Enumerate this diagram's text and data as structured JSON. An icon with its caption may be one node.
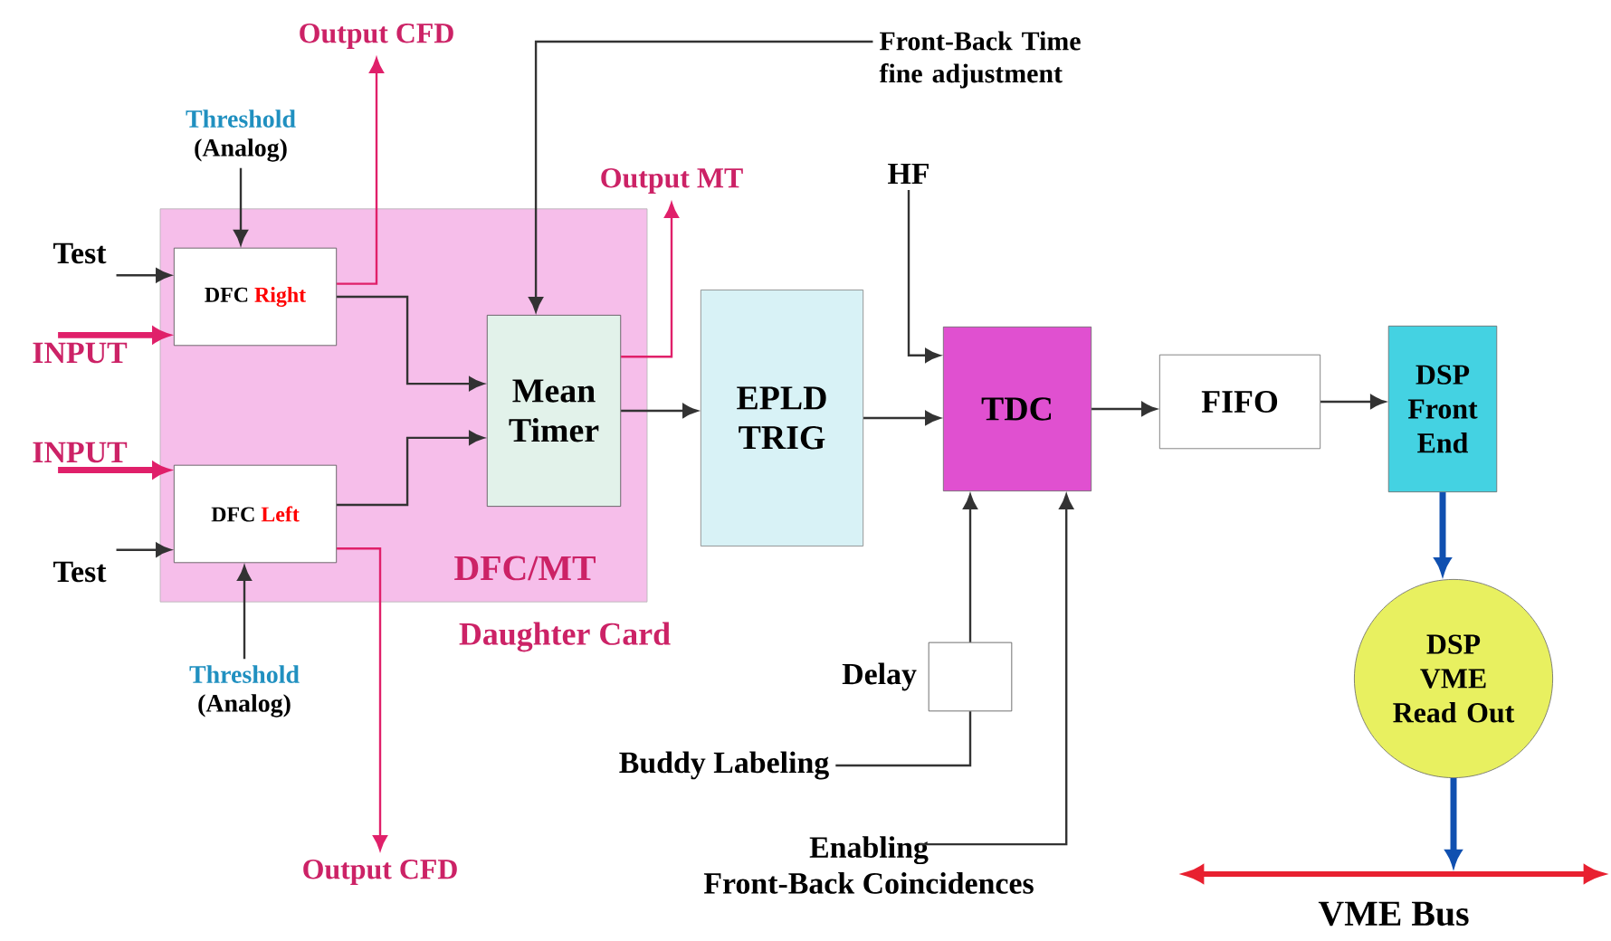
{
  "diagram": {
    "nodes": [
      {
        "text": [
          "DFC/MT",
          "Daughter Card"
        ]
      },
      {
        "text": [
          "DFC",
          "Right"
        ],
        "in": 0
      },
      {
        "text": [
          "DFC",
          "Left"
        ],
        "in": 0
      },
      {
        "text": [
          "Mean Timer"
        ],
        "in": 0
      },
      {
        "text": [
          "EPLD TRIG"
        ]
      },
      {
        "text": [
          "TDC"
        ]
      },
      {
        "text": [
          "FIFO"
        ]
      },
      {
        "text": [
          "DSP Front End"
        ]
      },
      {
        "text": [
          "DSP VME Read Out"
        ]
      },
      {
        "text": [],
        "shape": "box",
        "beside": [
          "Delay"
        ]
      },
      {
        "text": [
          "Threshold",
          "(Analog)"
        ]
      },
      {
        "text": [
          "Test"
        ]
      },
      {
        "text": [
          "INPUT"
        ]
      },
      {
        "text": [
          "Output CFD"
        ]
      },
      {
        "text": [
          "Output MT"
        ]
      },
      {
        "text": [
          "Front-Back Time fine adjustment"
        ]
      },
      {
        "text": [
          "HF"
        ]
      },
      {
        "text": [
          "INPUT"
        ]
      },
      {
        "text": [
          "Test"
        ]
      },
      {
        "text": [
          "Threshold",
          "(Analog)"
        ]
      },
      {
        "text": [
          "Output CFD"
        ]
      },
      {
        "text": [
          "Buddy Labeling"
        ]
      },
      {
        "text": [
          "Enabling",
          "Front-Back Coincidences"
        ]
      },
      {
        "text": [],
        "shape": "bar",
        "beside": [
          "VME Bus"
        ]
      }
    ],
    "edges": [
      {
        "from": 11,
        "to": 1,
        "arrow": "to"
      },
      {
        "from": 12,
        "to": 1,
        "arrow": "to",
        "style": "thick",
        "color": "#e0206a"
      },
      {
        "from": 10,
        "to": 1,
        "arrow": "to"
      },
      {
        "from": 1,
        "to": 13,
        "arrow": "to",
        "color": "#e0206a"
      },
      {
        "from": 1,
        "to": 3,
        "arrow": "to"
      },
      {
        "from": 2,
        "to": 3,
        "arrow": "to"
      },
      {
        "from": 17,
        "to": 2,
        "arrow": "to",
        "style": "thick",
        "color": "#e0206a"
      },
      {
        "from": 18,
        "to": 2,
        "arrow": "to"
      },
      {
        "from": 19,
        "to": 2,
        "arrow": "to"
      },
      {
        "from": 2,
        "to": 20,
        "arrow": "to",
        "color": "#e0206a"
      },
      {
        "from": 15,
        "to": 3,
        "arrow": "to"
      },
      {
        "from": 3,
        "to": 14,
        "arrow": "to",
        "color": "#e0206a"
      },
      {
        "from": 3,
        "to": 4,
        "arrow": "to"
      },
      {
        "from": 4,
        "to": 5,
        "arrow": "to"
      },
      {
        "from": 16,
        "to": 5,
        "arrow": "to"
      },
      {
        "from": 9,
        "to": 5,
        "arrow": "to"
      },
      {
        "from": 21,
        "to": 9,
        "arrow": "none"
      },
      {
        "from": 22,
        "to": 5,
        "arrow": "to"
      },
      {
        "from": 5,
        "to": 6,
        "arrow": "to"
      },
      {
        "from": 6,
        "to": 7,
        "arrow": "to"
      },
      {
        "from": 7,
        "to": 8,
        "arrow": "to",
        "style": "thick",
        "color": "#1050b0"
      },
      {
        "from": 8,
        "to": 23,
        "arrow": "to",
        "style": "thick",
        "color": "#1050b0"
      }
    ]
  }
}
